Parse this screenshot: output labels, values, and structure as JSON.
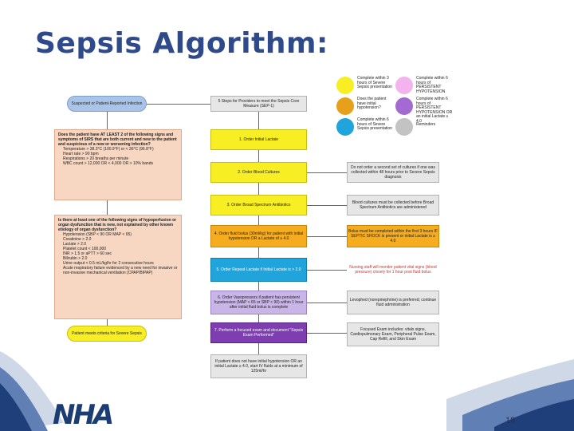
{
  "slide": {
    "title": "Sepsis Algorithm:",
    "page_number": "18",
    "logo_text": "NHA"
  },
  "legend": [
    {
      "label": "Complete within 3 hours of Severe Sepsis presentation",
      "color": "#f7ee24"
    },
    {
      "label": "Complete within 6 hours of PERSISTENT HYPOTENSION",
      "color": "#f3b4ee"
    },
    {
      "label": "Does the patient have initial hypotension?",
      "color": "#e6a019"
    },
    {
      "label": "Complete within 6 hours of PERSISTENT HYPOTENSION OR an initial Lactate ≥ 4.0",
      "color": "#a36bd1"
    },
    {
      "label": "Complete within 6 hours of Severe Sepsis presentation",
      "color": "#1fa4dc"
    },
    {
      "label": "Reminders",
      "color": "#c3c3c3"
    }
  ],
  "left_column": {
    "start": "Suspected or Patient-Reported Infection",
    "q1_title": "Does the patient have AT LEAST 2 of the following signs and symptoms of SIRS that are both current and new to the patient and suspicious of a new or worsening infection?",
    "q1_items": [
      "Temperature > 38.3°C (100.9°F) or < 36°C (96.8°F)",
      "Heart rate > 90 bpm",
      "Respirations > 20 breaths per minute",
      "WBC count > 12,000 OR < 4,000 OR > 10% bands"
    ],
    "q2_title": "Is there at least one of the following signs of hypoperfusion or organ dysfunction that is new, not explained by other known etiology of organ dysfunction?",
    "q2_items": [
      "Hypotension (SBP < 90 OR MAP < 65)",
      "Creatinine > 2.0",
      "Lactate > 2.0",
      "Platelet count < 100,000",
      "INR > 1.5 or aPTT > 60 sec",
      "Bilirubin > 2.0",
      "Urine output < 0.5 mL/kg/hr for 2 consecutive hours",
      "Acute respiratory failure evidenced by a new need for invasive or non-invasive mechanical ventilation (CPAP/BIPAP)"
    ],
    "end": "Patient meets criteria for Severe Sepsis"
  },
  "right_column": {
    "header": "5 Steps for Providers to meet the Sepsis Core Measure (SEP-1)",
    "step1": "1. Order Initial Lactate",
    "step2": "2. Order Blood Cultures",
    "step3": "3. Order Broad Spectrum Antibiotics",
    "step4": "4. Order fluid bolus (30ml/kg) for patient with initial hypotension OR a Lactate of ≥ 4.0",
    "step5": "5. Order Repeat Lactate if Initial Lactate is > 2.0",
    "step6": "6. Order Vasopressors if patient has persistent hypotension (MAP < 65 or SBP < 90) within 1 hour after initial fluid bolus is complete",
    "step7": "7. Perform a focused exam and document \"Sepsis Exam Performed\"",
    "final_note": "If patient does not have initial hypotension OR an initial Lactate ≥ 4.0, start IV fluids at a minimum of 125ml/hr"
  },
  "notes_column": {
    "n1": "Do not order a second set of cultures if one was collected within 48 hours prior to Severe Sepsis diagnosis",
    "n2": "Blood cultures must be collected before Broad Spectrum Antibiotics are administered",
    "n3": "Bolus must be completed within the first 3 hours IF SEPTIC SHOCK is present or initial Lactate is ≥ 4.0",
    "n4": "Nursing staff will monitor patient vital signs (blood pressure) closely for 1 hour post fluid bolus",
    "n5": "Levophed (norepinephrine) is preferred; continue fluid administration",
    "n6": "Focused Exam includes: vitals signs, Cardiopulmonary Exam, Peripheral Pulse Exam, Cap Refill, and Skin Exam"
  }
}
